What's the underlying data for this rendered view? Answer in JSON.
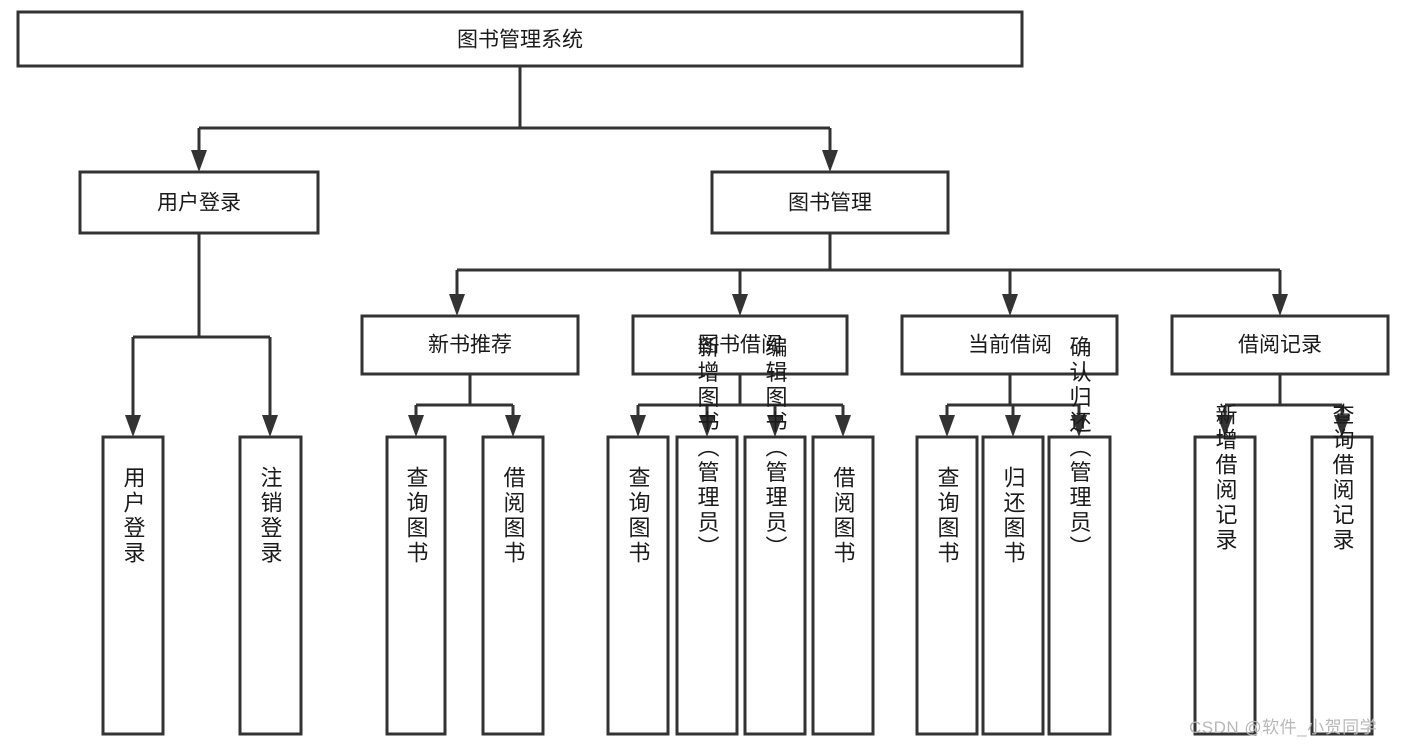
{
  "diagram": {
    "type": "tree",
    "title": "图书管理系统",
    "orientation": "top-down",
    "colors": {
      "background": "#ffffff",
      "box_fill": "#ffffff",
      "box_stroke": "#333333",
      "text": "#1a1a1a",
      "watermark": "#b8b8b8"
    },
    "levels": 4
  },
  "nodes": {
    "root": {
      "label": "图书管理系统",
      "level": 0,
      "orientation": "horizontal"
    },
    "level1": [
      {
        "id": "user-login",
        "label": "用户登录",
        "orientation": "horizontal"
      },
      {
        "id": "book-management",
        "label": "图书管理",
        "orientation": "horizontal"
      }
    ],
    "level2": [
      {
        "id": "new-book-recommend",
        "label": "新书推荐",
        "parent": "book-management",
        "orientation": "horizontal"
      },
      {
        "id": "book-borrow",
        "label": "图书借阅",
        "parent": "book-management",
        "orientation": "horizontal"
      },
      {
        "id": "current-borrow",
        "label": "当前借阅",
        "parent": "book-management",
        "orientation": "horizontal"
      },
      {
        "id": "borrow-record",
        "label": "借阅记录",
        "parent": "book-management",
        "orientation": "horizontal"
      }
    ],
    "leaves": [
      {
        "id": "leaf-user-login",
        "label": "用户登录",
        "parent": "user-login",
        "orientation": "vertical"
      },
      {
        "id": "leaf-user-logout",
        "label": "注销登录",
        "parent": "user-login",
        "orientation": "vertical"
      },
      {
        "id": "leaf-query-book-1",
        "label": "查询图书",
        "parent": "new-book-recommend",
        "orientation": "vertical"
      },
      {
        "id": "leaf-borrow-book-1",
        "label": "借阅图书",
        "parent": "new-book-recommend",
        "orientation": "vertical"
      },
      {
        "id": "leaf-query-book-2",
        "label": "查询图书",
        "parent": "book-borrow",
        "orientation": "vertical"
      },
      {
        "id": "leaf-add-book",
        "label": "新增图书（管理员）",
        "parent": "book-borrow",
        "orientation": "vertical"
      },
      {
        "id": "leaf-edit-book",
        "label": "编辑图书（管理员）",
        "parent": "book-borrow",
        "orientation": "vertical"
      },
      {
        "id": "leaf-borrow-book-2",
        "label": "借阅图书",
        "parent": "book-borrow",
        "orientation": "vertical"
      },
      {
        "id": "leaf-query-book-3",
        "label": "查询图书",
        "parent": "current-borrow",
        "orientation": "vertical"
      },
      {
        "id": "leaf-return-book",
        "label": "归还图书",
        "parent": "current-borrow",
        "orientation": "vertical"
      },
      {
        "id": "leaf-confirm-return",
        "label": "确认归还（管理员）",
        "parent": "current-borrow",
        "orientation": "vertical"
      },
      {
        "id": "leaf-add-record",
        "label": "新增借阅记录",
        "parent": "borrow-record",
        "orientation": "vertical"
      },
      {
        "id": "leaf-query-record",
        "label": "查询借阅记录",
        "parent": "borrow-record",
        "orientation": "vertical"
      }
    ]
  },
  "watermark": {
    "text": "CSDN @软件_小贺同学"
  }
}
